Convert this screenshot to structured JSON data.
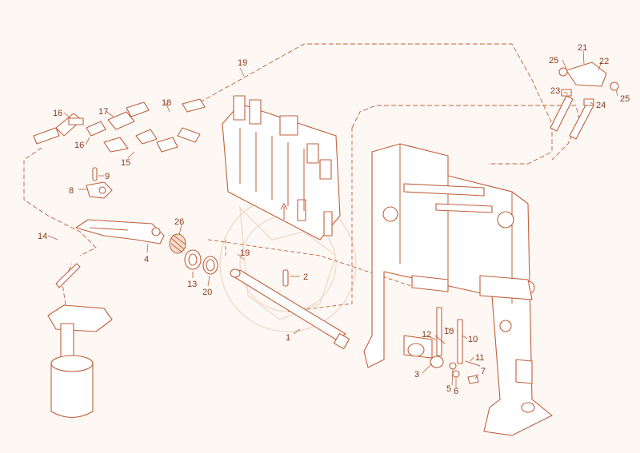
{
  "diagram": {
    "accent_color": "#c0603c",
    "background_color": "#fdf8f4",
    "callouts": [
      {
        "id": "c1",
        "text": "1"
      },
      {
        "id": "c2",
        "text": "2"
      },
      {
        "id": "c3",
        "text": "3"
      },
      {
        "id": "c4",
        "text": "4"
      },
      {
        "id": "c5",
        "text": "5"
      },
      {
        "id": "c6",
        "text": "6"
      },
      {
        "id": "c7",
        "text": "7"
      },
      {
        "id": "c8",
        "text": "8"
      },
      {
        "id": "c9",
        "text": "9"
      },
      {
        "id": "c10a",
        "text": "10"
      },
      {
        "id": "c10b",
        "text": "10"
      },
      {
        "id": "c11",
        "text": "11"
      },
      {
        "id": "c12",
        "text": "12"
      },
      {
        "id": "c13",
        "text": "13"
      },
      {
        "id": "c14",
        "text": "14"
      },
      {
        "id": "c15",
        "text": "15"
      },
      {
        "id": "c16a",
        "text": "16"
      },
      {
        "id": "c16b",
        "text": "16"
      },
      {
        "id": "c17",
        "text": "17"
      },
      {
        "id": "c18",
        "text": "18"
      },
      {
        "id": "c19a",
        "text": "19"
      },
      {
        "id": "c19b",
        "text": "19"
      },
      {
        "id": "c20",
        "text": "20"
      },
      {
        "id": "c21",
        "text": "21"
      },
      {
        "id": "c22",
        "text": "22"
      },
      {
        "id": "c23",
        "text": "23"
      },
      {
        "id": "c24",
        "text": "24"
      },
      {
        "id": "c25a",
        "text": "25"
      },
      {
        "id": "c25b",
        "text": "25"
      },
      {
        "id": "c26",
        "text": "26"
      }
    ]
  }
}
